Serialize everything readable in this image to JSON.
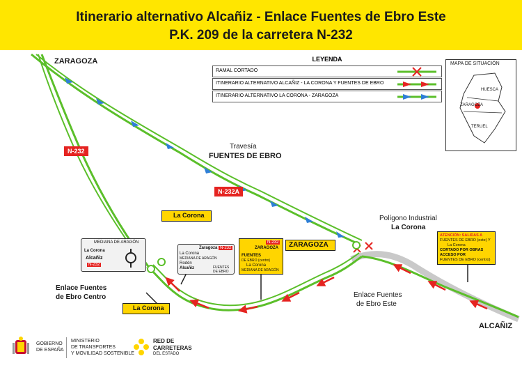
{
  "title": {
    "line1": "Itinerario alternativo Alcañiz - Enlace Fuentes de Ebro Este",
    "line2": "P.K. 209 de la carretera N-232"
  },
  "places": {
    "zaragoza_top": "ZARAGOZA",
    "alcaniz_bottom": "ALCAÑIZ",
    "travesia": "Travesía",
    "fuentes_de_ebro": "FUENTES DE EBRO",
    "poligono1": "Polígono Industrial",
    "poligono2": "La Corona",
    "enlace_centro1": "Enlace Fuentes",
    "enlace_centro2": "de Ebro Centro",
    "enlace_este1": "Enlace Fuentes",
    "enlace_este2": "de Ebro Este"
  },
  "road_tags": {
    "n232": "N-232",
    "n232a": "N-232A"
  },
  "legend": {
    "title": "LEYENDA",
    "rows": [
      {
        "label": "RAMAL CORTADO",
        "line_color": "#5bbf2a",
        "arrow_color": "#e52421",
        "symbol": "cross"
      },
      {
        "label": "ITINERARIO ALTERNATIVO ALCAÑIZ - LA CORONA Y FUENTES DE EBRO",
        "arrow_color": "#e52421",
        "symbol": "arrows"
      },
      {
        "label": "ITINERARIO ALTERNATIVO LA CORONA - ZARAGOZA",
        "arrow_color": "#2f7fd6",
        "symbol": "arrows"
      }
    ]
  },
  "minimap": {
    "title": "MAPA DE SITUACIÓN",
    "huesca": "HUESCA",
    "zaragoza": "ZARAGOZA",
    "teruel": "TERUEL"
  },
  "signs": {
    "la_corona_top": "La Corona",
    "la_corona_bottom": "La Corona",
    "zaragoza_sign": "ZARAGOZA",
    "sign_a": {
      "top": "MEDIANA DE ARAGÓN",
      "left": "La Corona",
      "mid": "Alcañiz",
      "road": "N-232"
    },
    "sign_b": {
      "head": "Zaragoza",
      "road": "N-232",
      "l1": "La Corona",
      "l2": "MEDIANA DE ARAGÓN",
      "l3": "Rodén",
      "l4": "Alcañiz",
      "l5": "FUENTES DE EBRO"
    },
    "sign_c": {
      "road": "N-232",
      "dest1": "ZARAGOZA",
      "dest2": "FUENTES",
      "dest2b": "DE EBRO (centro)",
      "dest3": "La Corona",
      "dest3b": "MEDIANA DE ARAGÓN"
    },
    "sign_d": {
      "l1": "ATENCIÓN: SALIDAS A",
      "l2": "FUENTES DE EBRO (este) Y",
      "l3": "La Corona",
      "l4": "CORTADO POR OBRAS",
      "l5": "ACCESO POR",
      "l6": "FUENTES DE EBRO (centro)"
    }
  },
  "footer": {
    "gob1": "GOBIERNO",
    "gob2": "DE ESPAÑA",
    "min1": "MINISTERIO",
    "min2": "DE TRANSPORTES",
    "min3": "Y MOVILIDAD SOSTENIBLE",
    "red1": "RED DE",
    "red2": "CARRETERAS",
    "red3": "DEL ESTADO"
  },
  "colors": {
    "yellow": "#ffe600",
    "road_green": "#5bbf2a",
    "road_grey": "#c9c9c9",
    "red": "#e52421",
    "blue": "#2f7fd6"
  }
}
